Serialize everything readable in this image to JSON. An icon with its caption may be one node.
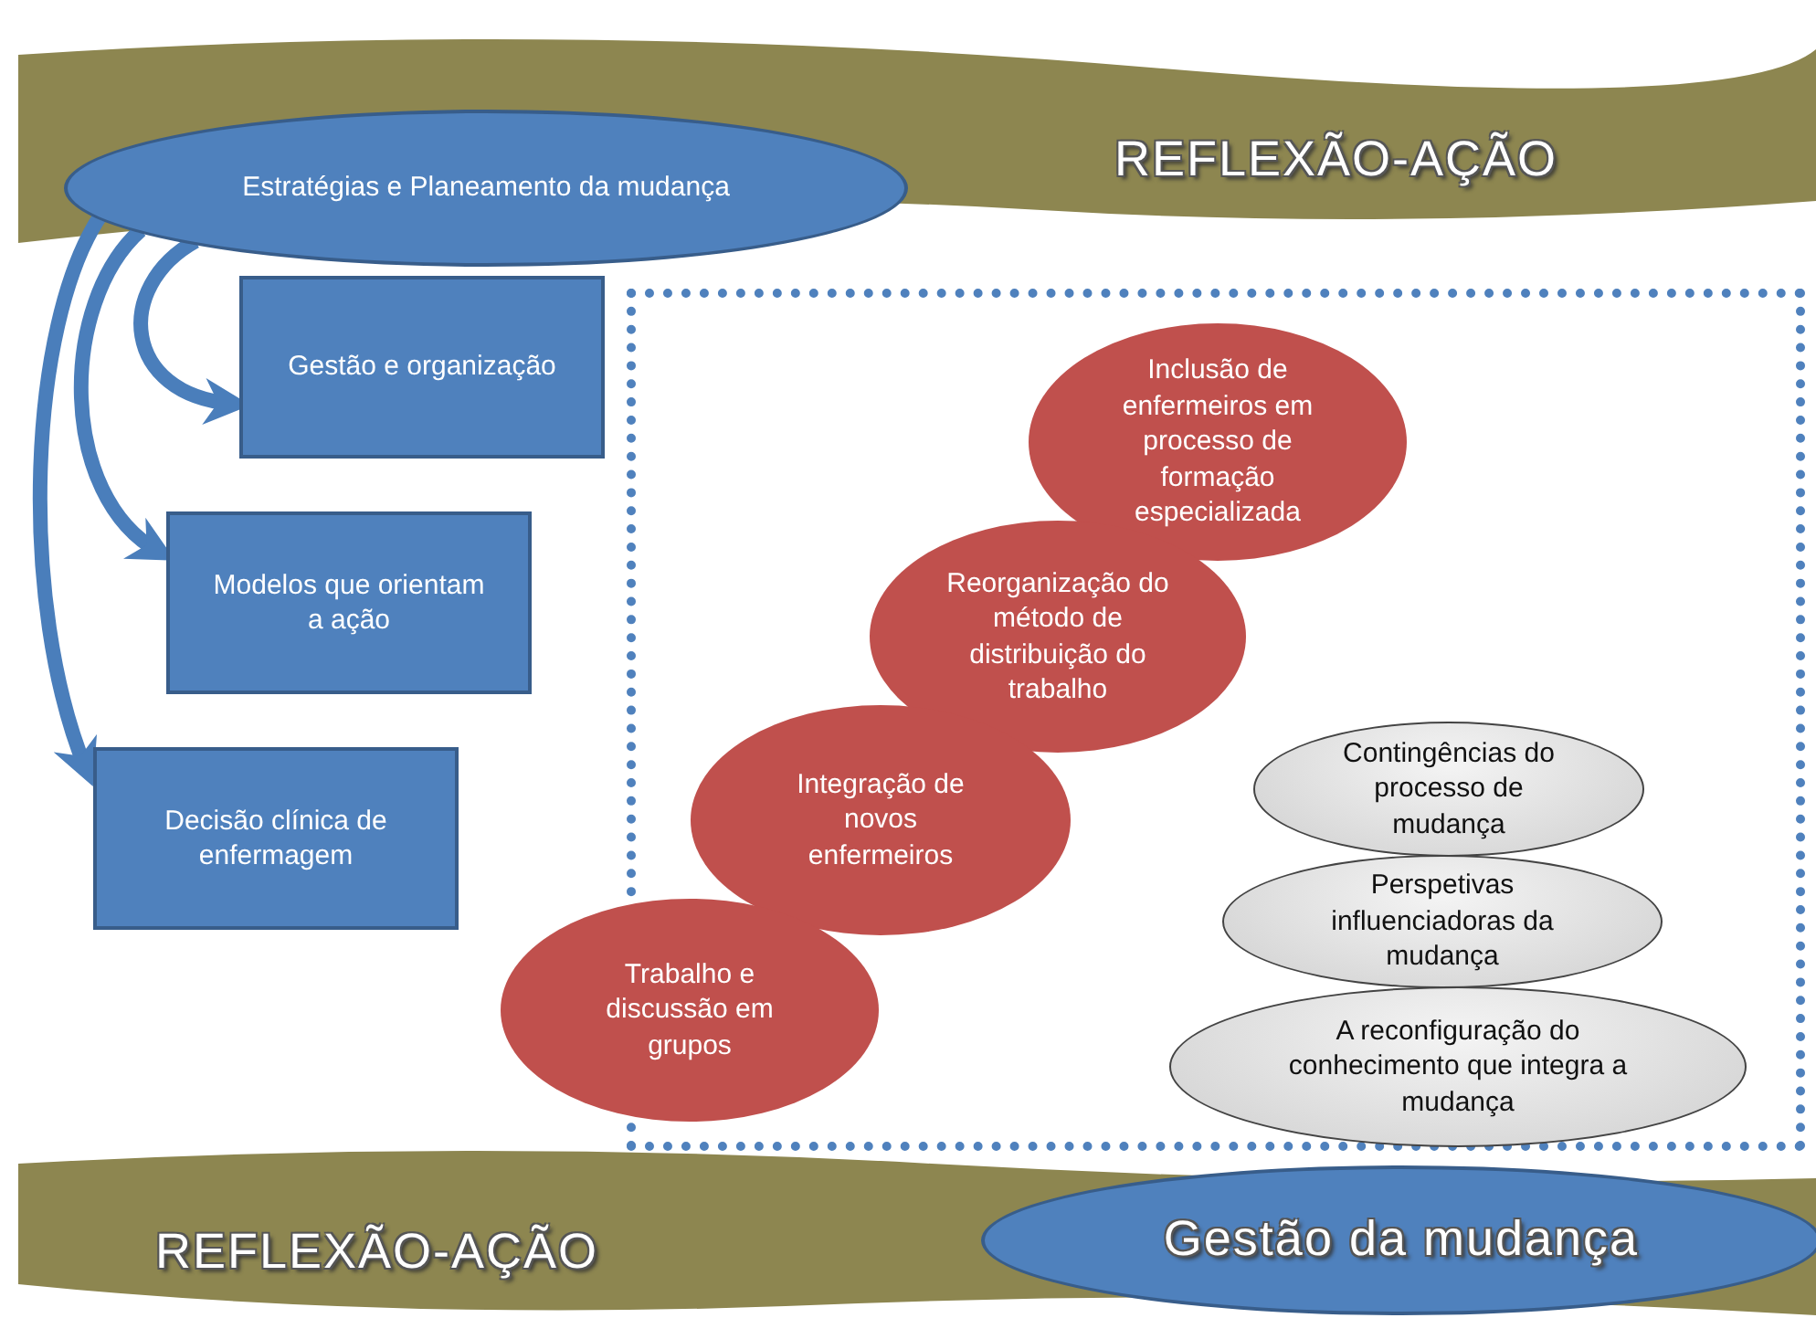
{
  "diagram": {
    "nodes": [
      {
        "text": [
          "REFLEXÃO-AÇÃO"
        ]
      },
      {
        "text": [
          "Estratégias e Planeamento da mudança"
        ]
      },
      {
        "text": [
          "Gestão e organização"
        ]
      },
      {
        "text": [
          "Modelos que orientam a ação"
        ]
      },
      {
        "text": [
          "Decisão clínica de enfermagem"
        ]
      },
      {
        "text": [],
        "shape": "box"
      },
      {
        "text": [
          "Inclusão de enfermeiros em processo de formação especializada"
        ],
        "in": 5
      },
      {
        "text": [
          "Reorganização do método de distribuição do trabalho"
        ],
        "in": 5
      },
      {
        "text": [
          "Integração de novos enfermeiros"
        ],
        "in": 5
      },
      {
        "text": [
          "Trabalho e discussão em grupos"
        ]
      },
      {
        "text": [
          "Contingências do processo de mudança"
        ],
        "in": 5
      },
      {
        "text": [
          "Perspetivas influenciadoras da mudança"
        ],
        "in": 5
      },
      {
        "text": [
          "A reconfiguração do conhecimento que integra a mudança"
        ],
        "in": 5
      },
      {
        "text": [
          "REFLEXÃO-AÇÃO"
        ]
      },
      {
        "text": [
          "Gestão da mudança"
        ],
        "in": 13
      }
    ],
    "edges": [
      {
        "from": 1,
        "to": 2,
        "arrow": "to"
      },
      {
        "from": 1,
        "to": 3,
        "arrow": "to"
      },
      {
        "from": 1,
        "to": 4,
        "arrow": "to"
      }
    ]
  }
}
